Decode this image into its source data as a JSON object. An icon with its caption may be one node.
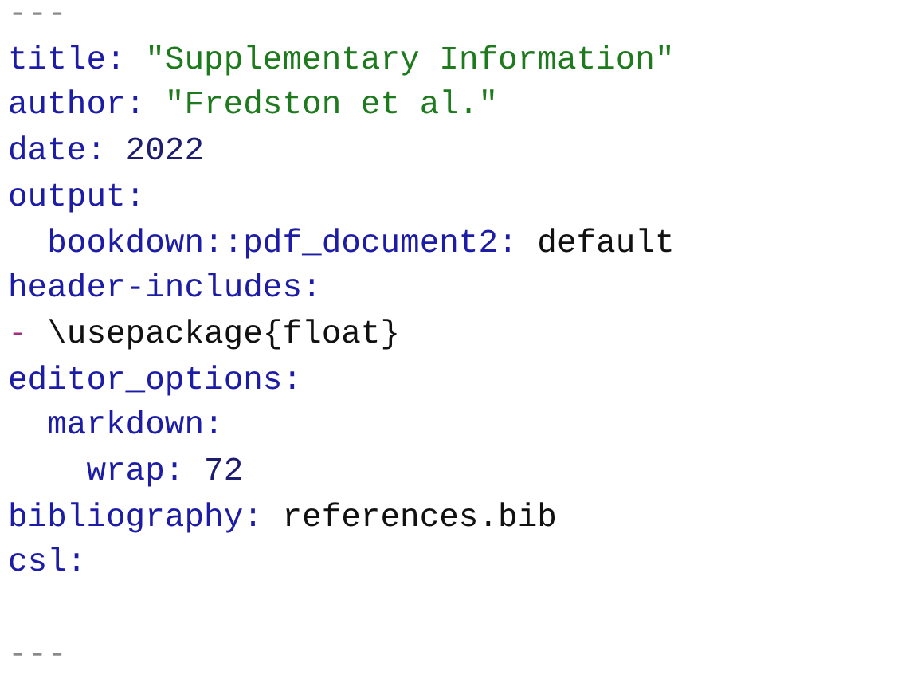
{
  "diagram": {
    "labels": [
      "---",
      "title:",
      "\"Supplementary Information\"",
      "author:",
      "\"Fredston et al.\"",
      "date:",
      "2022",
      "output:",
      "bookdown::pdf_document2:",
      "default",
      "header-includes:",
      "-",
      "\\usepackage{float}",
      "editor_options:",
      "markdown:",
      "wrap:",
      "72",
      "bibliography:",
      "references.bib",
      "csl:",
      "---"
    ]
  }
}
